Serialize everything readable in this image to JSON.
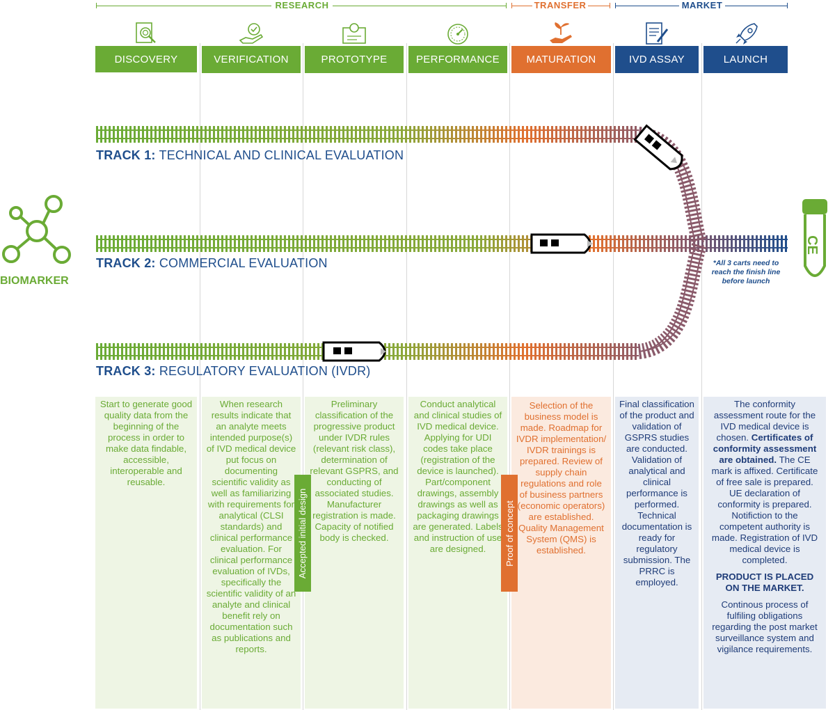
{
  "phases": [
    {
      "label": "RESEARCH",
      "color": "#6aab35"
    },
    {
      "label": "TRANSFER",
      "color": "#e07030"
    },
    {
      "label": "MARKET",
      "color": "#1f4e8c"
    }
  ],
  "stages": [
    {
      "label": "DISCOVERY",
      "color": "#6aab35",
      "icon": "document-magnifier-icon"
    },
    {
      "label": "VERIFICATION",
      "color": "#6aab35",
      "icon": "hand-checkmark-icon"
    },
    {
      "label": "PROTOTYPE",
      "color": "#6aab35",
      "icon": "blueprint-lightbulb-icon"
    },
    {
      "label": "PERFORMANCE",
      "color": "#6aab35",
      "icon": "speedometer-icon"
    },
    {
      "label": "MATURATION",
      "color": "#e07030",
      "icon": "hand-plant-icon"
    },
    {
      "label": "IVD ASSAY",
      "color": "#1f4e8c",
      "icon": "clipboard-pen-icon"
    },
    {
      "label": "LAUNCH",
      "color": "#1f4e8c",
      "icon": "rocket-icon"
    }
  ],
  "tracks": [
    {
      "number": "TRACK 1:",
      "name": "TECHNICAL AND CLINICAL EVALUATION"
    },
    {
      "number": "TRACK 2:",
      "name": "COMMERCIAL EVALUATION"
    },
    {
      "number": "TRACK 3:",
      "name": "REGULATORY EVALUATION (IVDR)"
    }
  ],
  "biomarker_label": "BIOMARKER",
  "finish_icon": "ce-test-tube-icon",
  "finish_note": "*All 3 carts need to reach the finish line before launch",
  "milestones": {
    "accepted_design": "Accepted initial design",
    "proof_of_concept": "Proof of concept"
  },
  "columns": {
    "discovery": "Start to generate good quality data from the beginning of the process in order to make data findable, accessible, interoperable and reusable.",
    "verification": "When research results indicate that an analyte meets intended purpose(s) of IVD medical device put focus on documenting scientific validity as well as familiarizing with requirements for analytical (CLSI standards) and clinical performance evaluation. For clinical performance evaluation of IVDs, specifically the scientific validity of an analyte and clinical benefit rely on documentation such as publications and reports.",
    "prototype": "Preliminary classification of the progressive product under IVDR rules (relevant risk class), determination of relevant GSPRS, and conducting of associated studies. Manufacturer registration is made. Capacity of notified body is checked.",
    "performance": "Conduct analytical and clinical studies of IVD medical device. Applying for UDI codes take place (registration of the device is launched). Part/component drawings, assembly drawings as well as packaging drawings are generated. Labels and instruction of use are designed.",
    "maturation": "Selection of the business model is made. Roadmap for IVDR implementation/ IVDR trainings is prepared. Review of supply chain regulations and role of business partners (economic operators) are established. Quality Management System (QMS) is established.",
    "ivd_assay": "Final classification of the product and validation of GSPRS studies are conducted. Validation of analytical and clinical performance is performed. Technical documentation is ready for regulatory submission. The PRRC is employed.",
    "launch_part1": "The conformity assessment route for the IVD medical device is chosen.",
    "launch_bold": "Certificates of conformity assessment are obtained.",
    "launch_part2": "The CE mark is affixed. Certificate of free sale is prepared. UE declaration of conformity is prepared. Notifiction to the competent authority is made. Registration of IVD medical device is completed.",
    "launch_placed": "PRODUCT IS PLACED ON THE MARKET.",
    "launch_continuous": "Continous process of fulfiling obligations regarding the post market surveillance system and vigilance requirements."
  }
}
